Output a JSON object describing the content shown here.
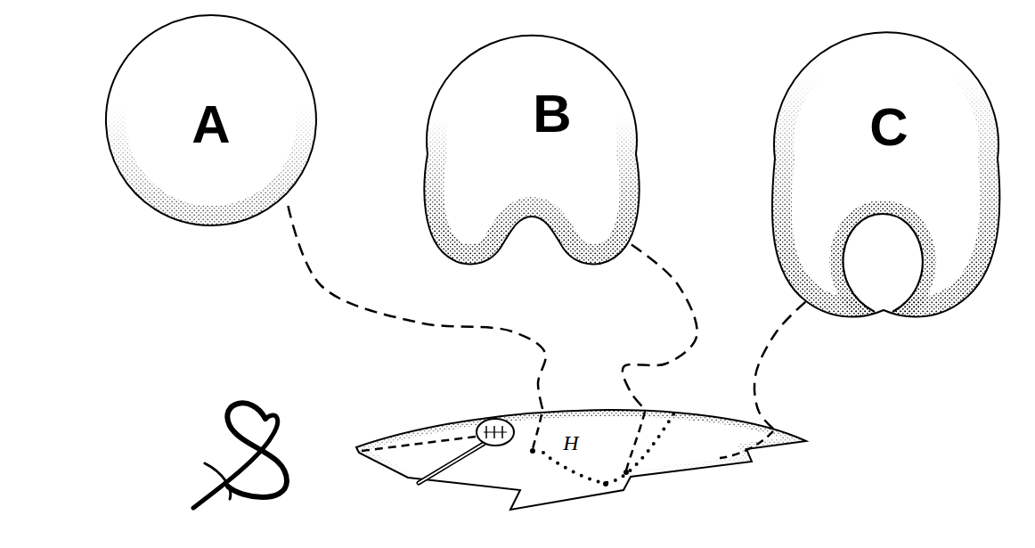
{
  "diagram": {
    "nodes": [
      {
        "text": [
          "A"
        ]
      },
      {
        "text": [
          "B"
        ]
      },
      {
        "text": [
          "C"
        ]
      },
      {
        "text": [
          "H"
        ]
      }
    ],
    "edges": [
      {
        "from": 0,
        "to": 3,
        "arrow": "none"
      },
      {
        "from": 1,
        "to": 3,
        "arrow": "none"
      },
      {
        "from": 2,
        "to": 3,
        "arrow": "none"
      }
    ]
  }
}
